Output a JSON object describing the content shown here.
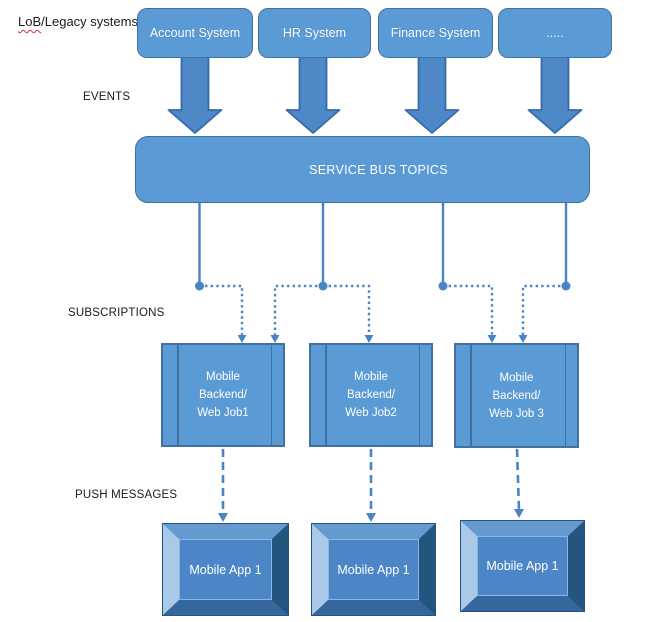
{
  "diagram": {
    "annotations": {
      "lob_highlight": "LoB",
      "lob_rest": "/Legacy systems",
      "events": "EVENTS",
      "subscriptions": "SUBSCRIPTIONS",
      "push_messages": "PUSH MESSAGES"
    },
    "systems": [
      {
        "label": "Account System"
      },
      {
        "label": "HR System"
      },
      {
        "label": "Finance System"
      },
      {
        "label": "....."
      }
    ],
    "service_bus": {
      "label": "SERVICE BUS TOPICS"
    },
    "backends": [
      {
        "line1": "Mobile",
        "line2": "Backend/",
        "line3": "Web Job1"
      },
      {
        "line1": "Mobile",
        "line2": "Backend/",
        "line3": "Web Job2"
      },
      {
        "line1": "Mobile",
        "line2": "Backend/",
        "line3": "Web Job 3"
      }
    ],
    "apps": [
      {
        "label": "Mobile App 1"
      },
      {
        "label": "Mobile App 1"
      },
      {
        "label": "Mobile App 1"
      }
    ],
    "colors": {
      "shape_fill": "#5b9bd5",
      "shape_border": "#41719c",
      "big_arrow_fill": "#4f88c7",
      "connector_blue": "#4a84c4",
      "bevel_light": "#aac9e8",
      "bevel_dark": "#24557e",
      "text_on_shape": "#ffffff",
      "label_text": "#1a1a1a",
      "spellcheck_underline": "#d13438"
    }
  }
}
